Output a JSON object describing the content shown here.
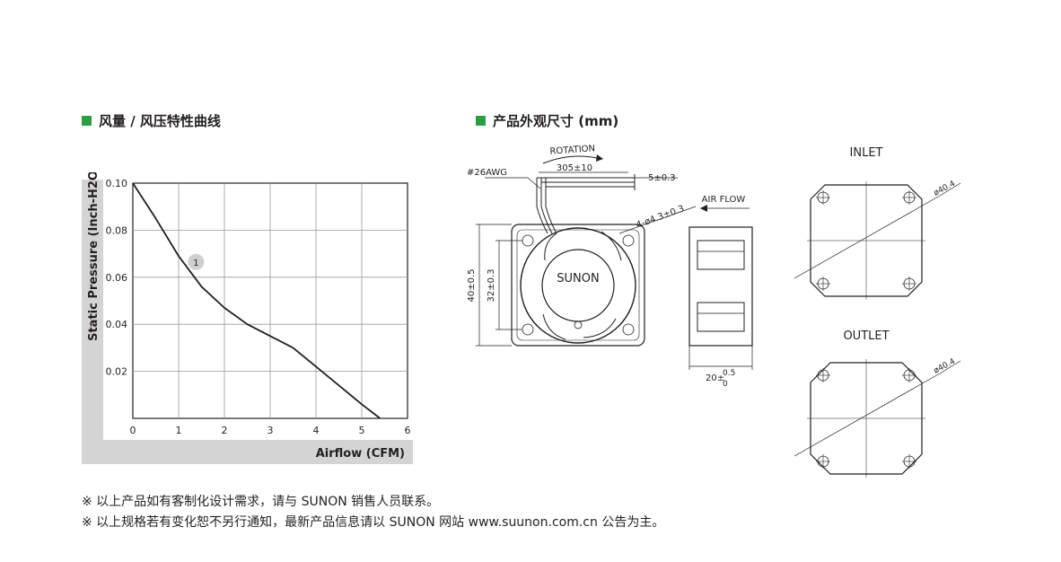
{
  "headings": {
    "curve": "风量 / 风压特性曲线",
    "dims": "产品外观尺寸 (mm)"
  },
  "colors": {
    "accent": "#2e9e45",
    "frame": "#d4d4d4",
    "ink": "#231f20"
  },
  "chart_data": {
    "type": "line",
    "xlabel": "Airflow (CFM)",
    "ylabel": "Static Pressure (Inch-H2O)",
    "xlim": [
      0,
      6
    ],
    "ylim": [
      0,
      0.1
    ],
    "xticks": [
      "0",
      "1",
      "2",
      "3",
      "4",
      "5",
      "6"
    ],
    "yticks": [
      "0.02",
      "0.04",
      "0.06",
      "0.08",
      "0.10"
    ],
    "grid": true,
    "series": [
      {
        "marker_label": "1",
        "x": [
          0,
          0.5,
          1.0,
          1.5,
          2.0,
          2.5,
          3.0,
          3.5,
          4.0,
          4.5,
          5.0,
          5.4
        ],
        "y": [
          0.1,
          0.085,
          0.069,
          0.056,
          0.047,
          0.04,
          0.035,
          0.03,
          0.022,
          0.014,
          0.006,
          0.0
        ]
      }
    ],
    "marker": {
      "label": "1",
      "x": 1.38,
      "y": 0.0665
    }
  },
  "drawing": {
    "rotation": "ROTATION",
    "wire_gauge": "#26AWG",
    "lead_length": "305±10",
    "strip_length": "5±0.3",
    "holes": "4-ø4.3±0.3",
    "air_flow": "AIR FLOW",
    "outer_size": "40±0.5",
    "hole_pitch": "32±0.3",
    "brand": "SUNON",
    "depth_main": "20",
    "depth_pm": "±",
    "depth_upper": "0.5",
    "depth_lower": "0",
    "inlet": "INLET",
    "outlet": "OUTLET",
    "diameter_inlet": "ø40.4",
    "diameter_outlet": "ø40.4"
  },
  "notes": [
    "※ 以上产品如有客制化设计需求，请与 SUNON 销售人员联系。",
    "※ 以上规格若有变化恕不另行通知，最新产品信息请以 SUNON 网站 www.suunon.com.cn 公告为主。"
  ]
}
